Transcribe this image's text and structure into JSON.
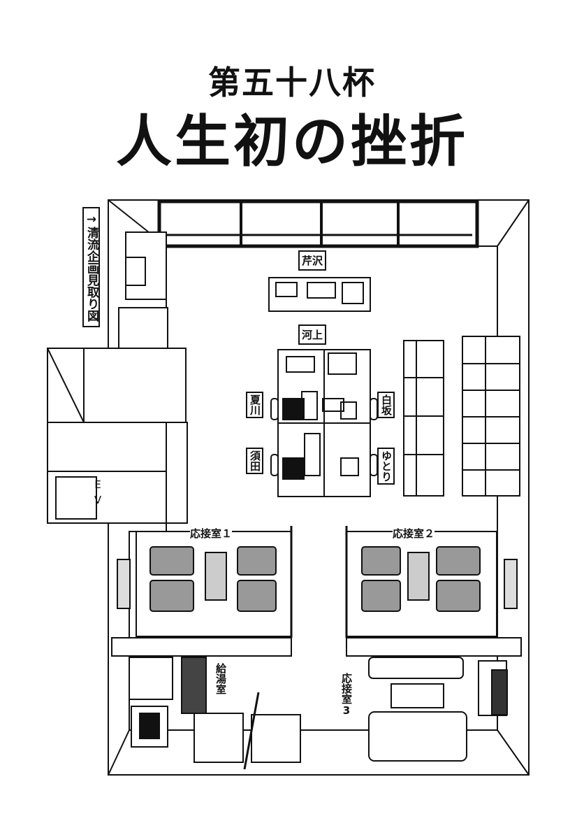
{
  "chapter": {
    "number_title": "第五十八杯",
    "main_title": "人生初の挫折"
  },
  "caption": "→清流企画見取り図",
  "labels": {
    "serizawa": "芹沢",
    "kawakami": "河上",
    "natsukawa": "夏川",
    "shirasaka": "白坂",
    "suda": "須田",
    "yutori": "ゆとり",
    "reception1": "応接室１",
    "reception2": "応接室２",
    "reception3": "応接室3",
    "kitchen": "給湯室",
    "elevator": "EV"
  }
}
